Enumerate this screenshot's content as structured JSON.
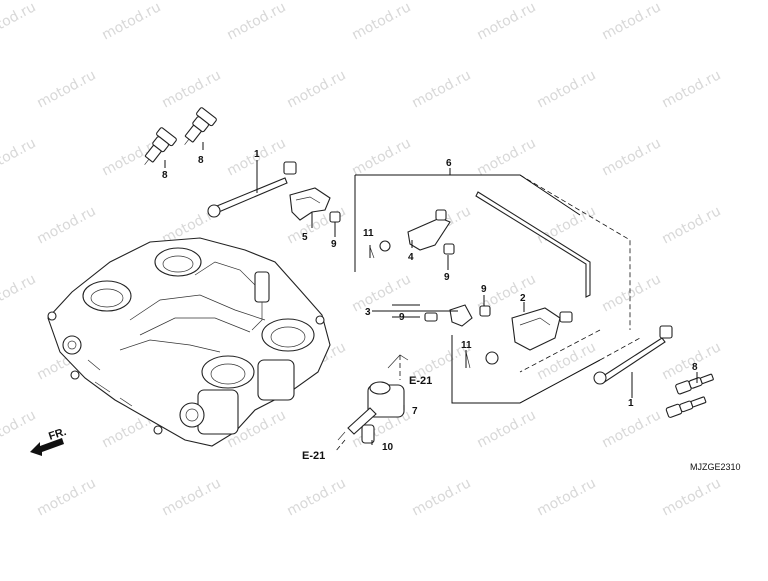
{
  "watermark": "motod.ru",
  "diagram_code": "MJZGE2310",
  "direction_label": "FR.",
  "callouts": [
    {
      "id": "c1a",
      "label": "1"
    },
    {
      "id": "c1b",
      "label": "1"
    },
    {
      "id": "c2",
      "label": "2"
    },
    {
      "id": "c3",
      "label": "3"
    },
    {
      "id": "c4",
      "label": "4"
    },
    {
      "id": "c5",
      "label": "5"
    },
    {
      "id": "c6",
      "label": "6"
    },
    {
      "id": "c7",
      "label": "7"
    },
    {
      "id": "c8a",
      "label": "8"
    },
    {
      "id": "c8b",
      "label": "8"
    },
    {
      "id": "c8c",
      "label": "8"
    },
    {
      "id": "c9a",
      "label": "9"
    },
    {
      "id": "c9b",
      "label": "9"
    },
    {
      "id": "c9c",
      "label": "9"
    },
    {
      "id": "c9d",
      "label": "9"
    },
    {
      "id": "c10",
      "label": "10"
    },
    {
      "id": "c11a",
      "label": "11"
    },
    {
      "id": "c11b",
      "label": "11"
    }
  ],
  "refs": [
    {
      "id": "r1",
      "label": "E-21"
    },
    {
      "id": "r2",
      "label": "E-21"
    }
  ]
}
